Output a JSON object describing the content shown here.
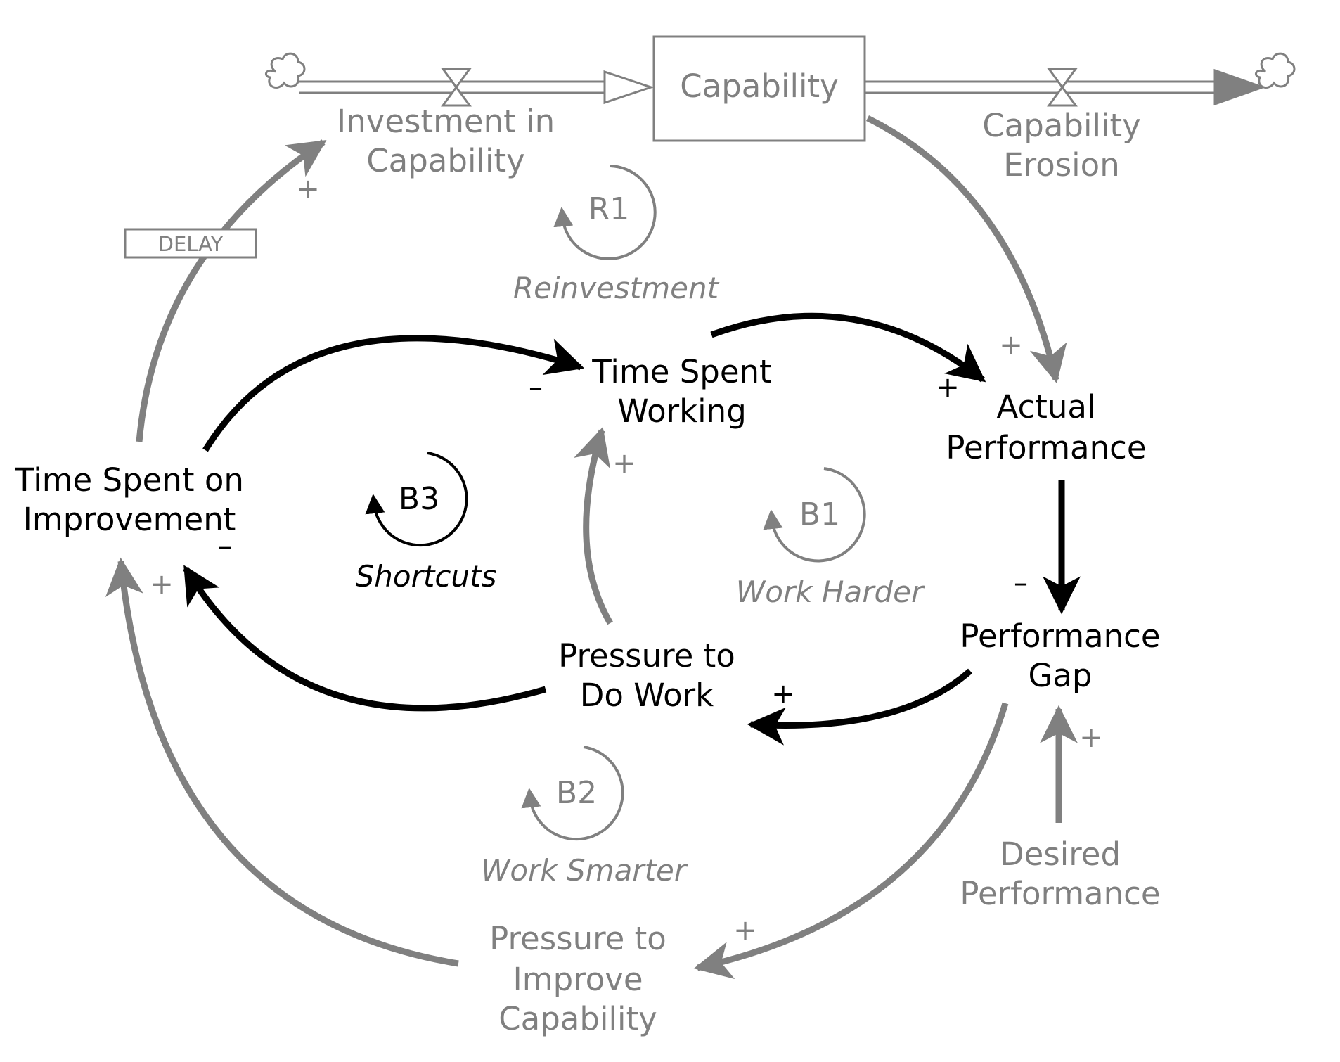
{
  "colors": {
    "primary": "#000000",
    "secondary": "#808080",
    "background": "#ffffff"
  },
  "stock": {
    "label": "Capability"
  },
  "flows": {
    "inflow_line1": "Investment in",
    "inflow_line2": "Capability",
    "outflow_line1": "Capability",
    "outflow_line2": "Erosion"
  },
  "variables": {
    "time_working_1": "Time Spent",
    "time_working_2": "Working",
    "actual_perf_1": "Actual",
    "actual_perf_2": "Performance",
    "perf_gap_1": "Performance",
    "perf_gap_2": "Gap",
    "pressure_work_1": "Pressure to",
    "pressure_work_2": "Do Work",
    "time_improve_1": "Time Spent on",
    "time_improve_2": "Improvement",
    "desired_perf_1": "Desired",
    "desired_perf_2": "Performance",
    "pressure_improve_1": "Pressure to",
    "pressure_improve_2": "Improve",
    "pressure_improve_3": "Capability"
  },
  "delay_label": "DELAY",
  "loops": {
    "r1": {
      "id": "R1",
      "name": "Reinvestment"
    },
    "b1": {
      "id": "B1",
      "name": "Work Harder"
    },
    "b2": {
      "id": "B2",
      "name": "Work Smarter"
    },
    "b3": {
      "id": "B3",
      "name": "Shortcuts"
    }
  },
  "signs": {
    "plus": "+",
    "minus": "–"
  }
}
